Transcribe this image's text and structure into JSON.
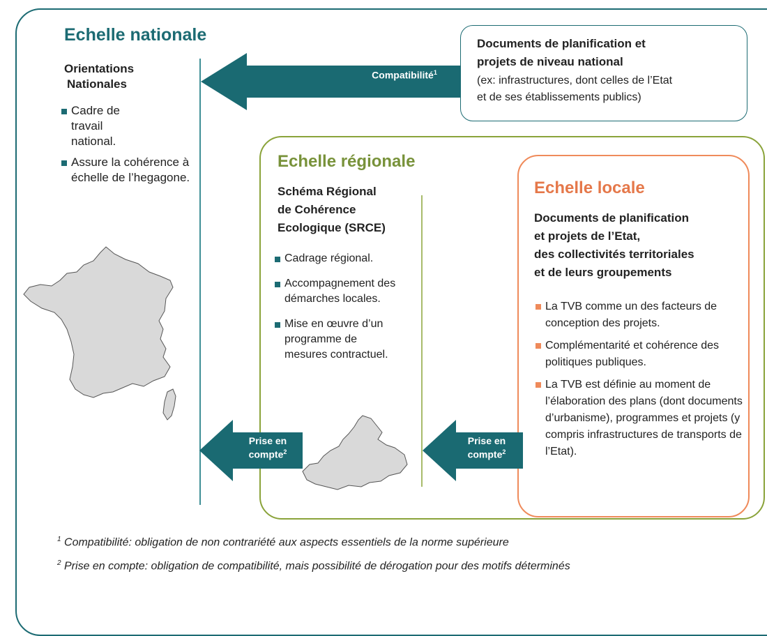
{
  "national": {
    "title": "Echelle nationale",
    "orientations_line1": "Orientations",
    "orientations_line2": "Nationales",
    "bullets": [
      "Cadre de travail national.",
      "Assure la cohérence à échelle de l’hegagone."
    ]
  },
  "national_docs": {
    "title_line1": "Documents de planification et",
    "title_line2": "projets de niveau national",
    "sub_line1": "(ex: infrastructures, dont celles de l’Etat",
    "sub_line2": "et de ses établissements publics)"
  },
  "arrows": {
    "compat_label": "Compatibilité",
    "compat_sup": "1",
    "prise1_line1": "Prise en",
    "prise1_line2": "compte",
    "prise1_sup": "2",
    "prise2_line1": "Prise en",
    "prise2_line2": "compte",
    "prise2_sup": "2"
  },
  "regional": {
    "title": "Echelle régionale",
    "srce_line1": "Schéma Régional",
    "srce_line2": "de Cohérence",
    "srce_line3": "Ecologique (SRCE)",
    "bullets": [
      "Cadrage régional.",
      "Accompagnement des démarches locales.",
      "Mise en œuvre d’un programme de mesures contractuel."
    ]
  },
  "local": {
    "title": "Echelle locale",
    "docs_line1": "Documents de planification",
    "docs_line2": "et projets de l’Etat,",
    "docs_line3": "des collectivités territoriales",
    "docs_line4": "et de leurs groupements",
    "bullets": [
      "La TVB comme un des facteurs de conception des projets.",
      "Complémentarité et cohérence des politiques publiques.",
      "La TVB est définie au moment de l’élaboration des plans (dont documents d’urbanisme), programmes et projets (y compris infrastructures de transports de l’Etat)."
    ]
  },
  "footnotes": {
    "fn1_num": "1",
    "fn1_text": " Compatibilité: obligation de non contrariété aux aspects essentiels de la norme supérieure",
    "fn2_num": "2",
    "fn2_text": " Prise en compte: obligation de compatibilité, mais possibilité de dérogation pour des motifs déterminés"
  },
  "colors": {
    "teal": "#1c6b73",
    "arrow": "#1a6a72",
    "green": "#8aa33a",
    "orange": "#ef8a5a",
    "map_fill": "#d9d9d9",
    "line_teal": "#3f8f96",
    "line_green": "#a8bb6a"
  }
}
